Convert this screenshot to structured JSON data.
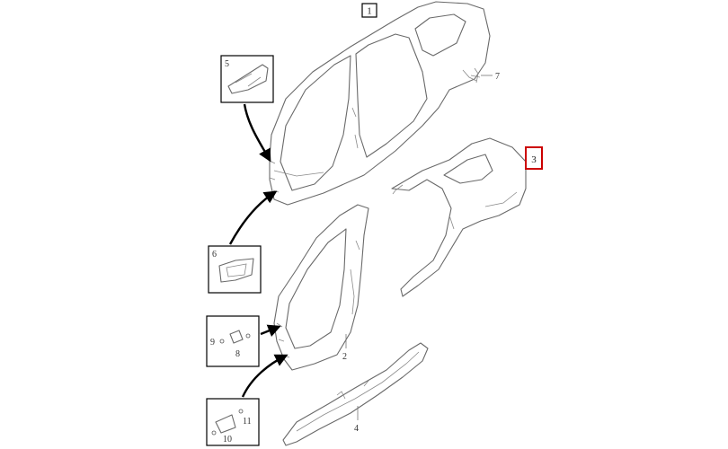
{
  "callouts": {
    "c1": "1",
    "c2": "2",
    "c3": "3",
    "c4": "4",
    "c5": "5",
    "c6": "6",
    "c7": "7",
    "c8": "8",
    "c9": "9",
    "c10": "10",
    "c11": "11"
  },
  "colors": {
    "highlight": "#cc0000",
    "line": "#6a6a6a",
    "frame": "#000000"
  },
  "selected_callout": "3"
}
